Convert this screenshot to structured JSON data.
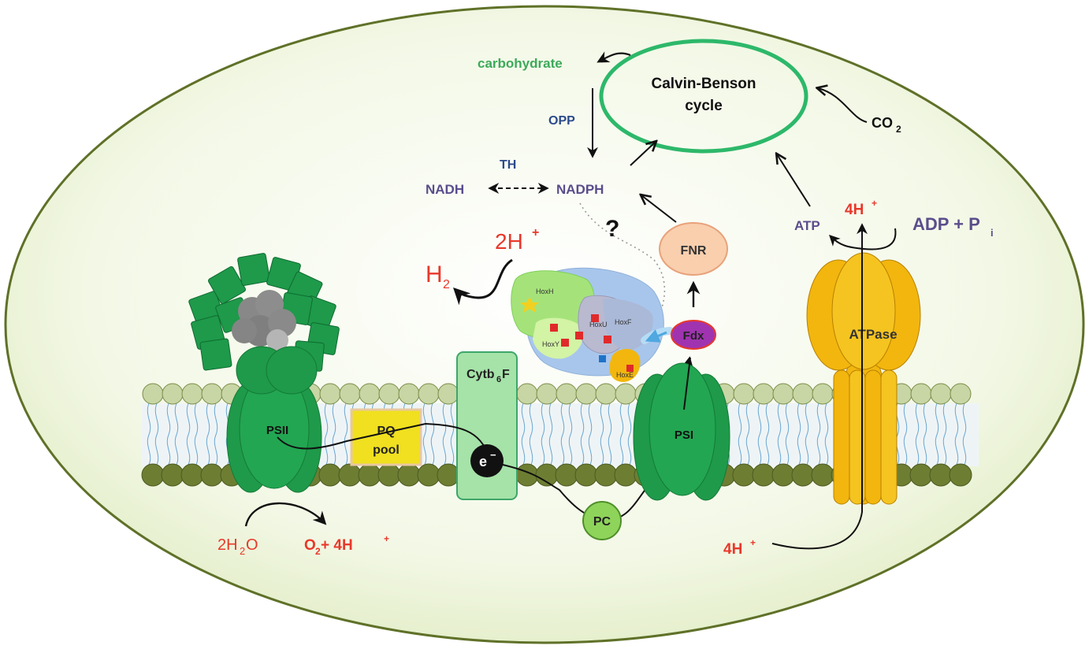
{
  "colors": {
    "cell_fill": "#f2f7e4",
    "cell_border": "#6b7d2e",
    "calvin_ring": "#2db86a",
    "carbohydrate": "#3daa5a",
    "blue_label": "#2b4a8c",
    "purple_label": "#5a4d8c",
    "red_label": "#e8382a",
    "psii_green": "#1e9a4a",
    "cytb6f_fill": "#a5e3a8",
    "pq_yellow": "#f0e020",
    "fnr_fill": "#f9cfae",
    "fdx_fill": "#a033b0",
    "pc_fill": "#8fd45a",
    "atpase_yellow": "#f2b60e",
    "lipid_head_top": "#c7d6a4",
    "lipid_head_bottom": "#6d7e33"
  },
  "labels": {
    "carbohydrate": "carbohydrate",
    "calvin_line1": "Calvin-Benson",
    "calvin_line2": "cycle",
    "co2": "CO",
    "co2_sub": "2",
    "opp": "OPP",
    "th": "TH",
    "nadh": "NADH",
    "nadph": "NADPH",
    "question": "?",
    "fnr": "FNR",
    "two_h_plus": "2H",
    "two_h_plus_sup": "+",
    "h2": "H",
    "h2_sub": "2",
    "atp": "ATP",
    "four_h_top": "4H",
    "four_h_top_sup": "+",
    "adp_pi": "ADP + P",
    "adp_pi_sub": "i",
    "hoxh": "HoxH",
    "hoxy": "HoxY",
    "hoxu": "HoxU",
    "hoxf": "HoxF",
    "hoxe": "HoxE",
    "fdx": "Fdx",
    "atpase": "ATPase",
    "psii": "PSII",
    "pq_line1": "PQ",
    "pq_line2": "pool",
    "cytb6f_a": "Cytb",
    "cytb6f_sub": "6",
    "cytb6f_b": "F",
    "electron": "e",
    "electron_sup": "−",
    "psi": "PSI",
    "pc": "PC",
    "water": "2H",
    "water_sub": "2",
    "water_o": "O",
    "o2_a": "O",
    "o2_sub": "2",
    "o2_b": " + 4H",
    "o2_sup": "+",
    "four_h_bottom": "4H",
    "four_h_bottom_sup": "+"
  }
}
